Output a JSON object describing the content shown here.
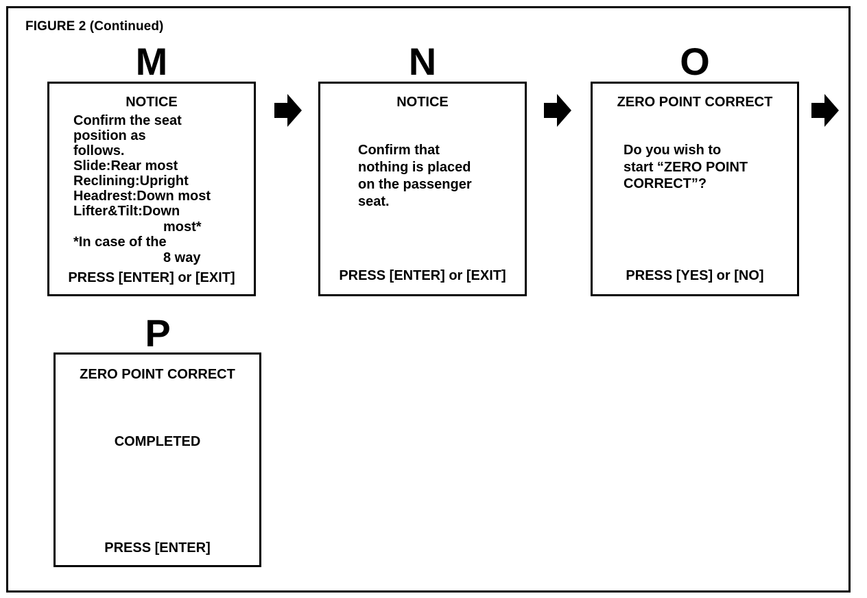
{
  "figure": {
    "title": "FIGURE 2 (Continued)"
  },
  "steps": {
    "M": {
      "letter": "M",
      "header": "NOTICE",
      "body_lines": [
        "Confirm the seat",
        "position as",
        "follows.",
        "Slide:Rear most",
        "Reclining:Upright",
        "Headrest:Down most",
        "Lifter&Tilt:Down",
        "most*",
        "*In case of the",
        "8 way"
      ],
      "footer": "PRESS [ENTER] or [EXIT]"
    },
    "N": {
      "letter": "N",
      "header": "NOTICE",
      "body_lines": [
        "Confirm that",
        "nothing is placed",
        "on the passenger",
        "seat."
      ],
      "footer": "PRESS [ENTER] or [EXIT]"
    },
    "O": {
      "letter": "O",
      "header": "ZERO POINT CORRECT",
      "body_lines": [
        "Do you wish to",
        "start “ZERO POINT",
        "CORRECT”?"
      ],
      "footer": "PRESS [YES] or [NO]"
    },
    "P": {
      "letter": "P",
      "header": "ZERO POINT CORRECT",
      "body": "COMPLETED",
      "footer": "PRESS [ENTER]"
    }
  },
  "icons": {
    "flow_arrow": "right-arrow-icon"
  },
  "colors": {
    "ink": "#000000",
    "background": "#ffffff"
  }
}
